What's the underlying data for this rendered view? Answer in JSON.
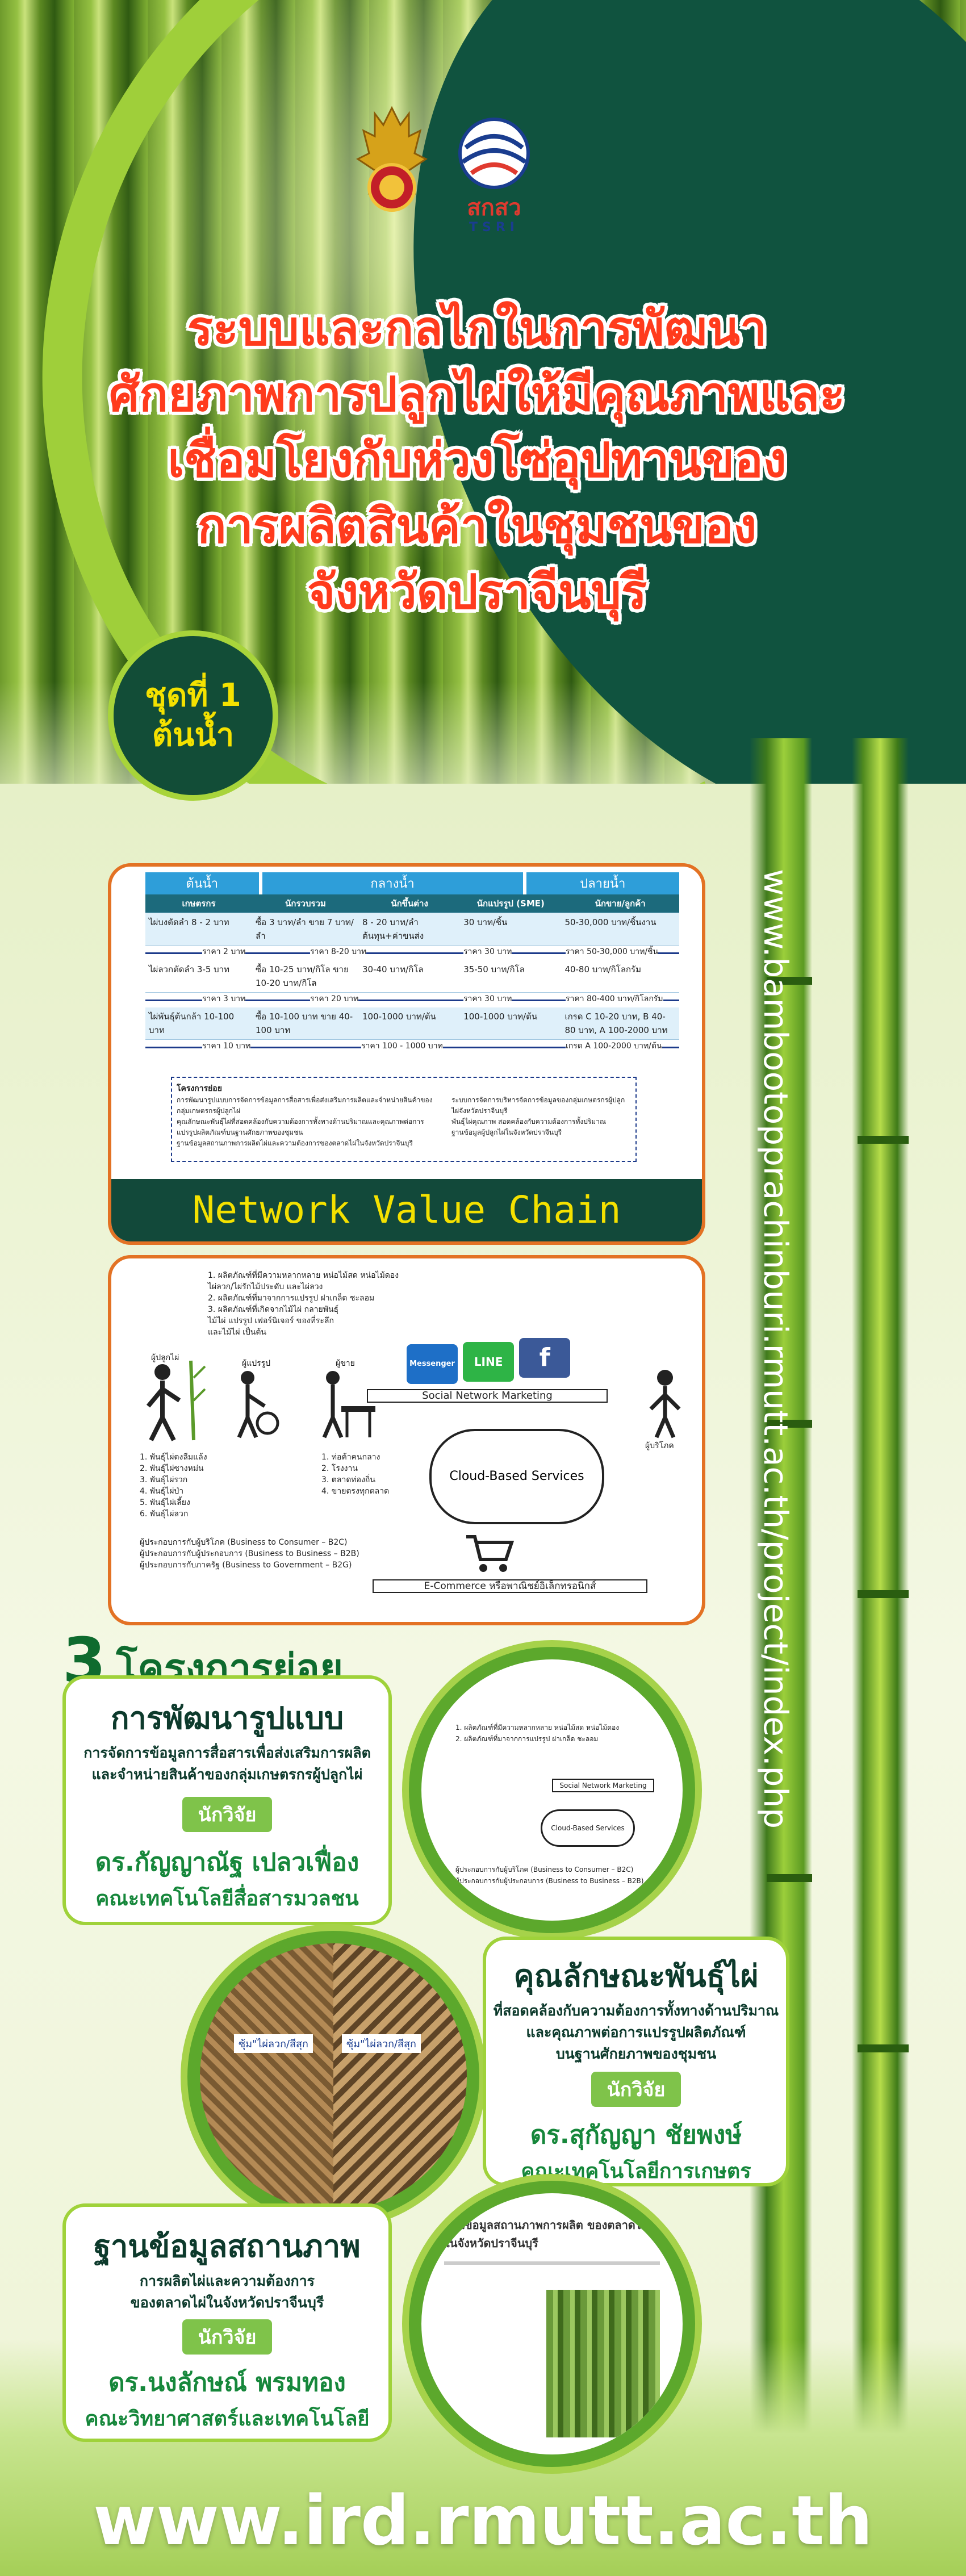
{
  "title_lines": [
    "ระบบและกลไกในการพัฒนา",
    "ศักยภาพการปลูกไผ่ให้มีคุณภาพและ",
    "เชื่อมโยงกับห่วงโซ่อุปทานของ",
    "การผลิตสินค้าในชุมชนของ",
    "จังหวัดปราจีนบุรี"
  ],
  "badge": {
    "line1": "ชุดที่ 1",
    "line2": "ต้นน้ำ"
  },
  "logo_tsri": {
    "thai": "สกสว",
    "eng": "TSRI"
  },
  "value_chain": {
    "stages": [
      "ต้นน้ำ",
      "กลางน้ำ",
      "ปลายน้ำ"
    ],
    "headers": [
      "เกษตรกร",
      "นักรวบรวม",
      "นักขึ้นต่าง",
      "นักแปรรูป (SME)",
      "นักขาย/ลูกค้า"
    ],
    "rows": [
      [
        "ไผ่บงตัดลำ 8 - 2 บาท",
        "ซื้อ 3 บาท/ลำ ขาย 7 บาท/ลำ",
        "8 - 20 บาท/ลำ ต้นทุน+ค่าขนส่ง",
        "30 บาท/ชิ้น",
        "50-30,000 บาท/ชิ้นงาน"
      ],
      [
        "ไผ่ลวกตัดลำ 3-5 บาท",
        "ซื้อ 10-25 บาท/กิโล ขาย 10-20 บาท/กิโล",
        "30-40 บาท/กิโล",
        "35-50 บาท/กิโล",
        "40-80 บาท/กิโลกรัม"
      ],
      [
        "ไผ่พันธุ์ต้นกล้า 10-100 บาท",
        "ซื้อ 10-100 บาท ขาย 40-100 บาท",
        "100-1000 บาท/ต้น",
        "100-1000 บาท/ต้น",
        "เกรด C 10-20 บาท, B 40-80 บาท, A 100-2000 บาท"
      ]
    ],
    "price_arrows": [
      "ราคา 2 บาท",
      "ราคา 8-20 บาท",
      "ราคา 30 บาท",
      "ราคา 50-30,000 บาท/ชิ้น",
      "ราคา 3 บาท",
      "ราคา 20 บาท",
      "ราคา 30 บาท",
      "ราคา 80-400 บาท/กิโลกรัม",
      "ราคา 10 บาท",
      "ราคา 100 - 1000 บาท",
      "เกรด A 100-2000 บาท/ต้น"
    ],
    "notes_title": "โครงการย่อย",
    "notes_left": [
      "การพัฒนารูปแบบการจัดการข้อมูลการสื่อสารเพื่อส่งเสริมการผลิตและจำหน่ายสินค้าของกลุ่มเกษตรกรผู้ปลูกไผ่",
      "คุณลักษณะพันธุ์ไผ่ที่สอดคล้องกับความต้องการทั้งทางด้านปริมาณและคุณภาพต่อการแปรรูปผลิตภัณฑ์บนฐานศักยภาพของชุมชน",
      "ฐานข้อมูลสถานภาพการผลิตไผ่และความต้องการของตลาดไผ่ในจังหวัดปราจีนบุรี"
    ],
    "notes_right": [
      "ระบบการจัดการบริหารจัดการข้อมูลของกลุ่มเกษตรกรผู้ปลูกไผ่จังหวัดปราจีนบุรี",
      "พันธุ์ไผ่คุณภาพ สอดคล้องกับความต้องการทั้งปริมาณ",
      "ฐานข้อมูลผู้ปลูกไผ่ในจังหวัดปราจีนบุรี"
    ],
    "footer": "Network Value Chain"
  },
  "marketing": {
    "notes": [
      "1. ผลิตภัณฑ์ที่มีความหลากหลาย หน่อไม้สด หน่อไม้ดอง",
      "ไผ่ลวก/ไผ่รักไม้ประดับ และไผ่ลวง",
      "2. ผลิตภัณฑ์ที่มาจากการแปรรูป ฝาเกล็ด ชะลอม ",
      "3. ผลิตภัณฑ์ที่เกิดจากไม้ไผ่ กลายพันธุ์",
      "ไม้ไผ่ แปรรูป เฟอร์นิเจอร์ ของที่ระลึก",
      "และไม้ไผ่ เป็นต้น"
    ],
    "farmer_label": "ผู้ปลูกไผ่",
    "processor_label": "ผู้แปรรูป",
    "seller_label": "ผู้ขาย",
    "consumer_label": "ผู้บริโภค",
    "farmer_list": [
      "1. พันธุ์ไผ่ตงลืมแล้ง",
      "2. พันธุ์ไผ่ซางหม่น",
      "3. พันธุ์ไผ่รวก",
      "4. พันธุ์ไผ่ป่า",
      "5. พันธุ์ไผ่เลี้ยง",
      "6. พันธุ์ไผ่ลวก"
    ],
    "seller_list": [
      "1. ท่อค้าคนกลาง",
      "2. โรงงาน",
      "3. ตลาดท่องถิ่น",
      "4. ขายตรงทุกตลาด"
    ],
    "brands": [
      "Messenger",
      "LINE",
      "f"
    ],
    "smm_label": "Social Network Marketing",
    "cloud_label": "Cloud-Based Services",
    "models": [
      "ผู้ประกอบการกับผู้บริโภค (Business to Consumer – B2C)",
      "ผู้ประกอบการกับผู้ประกอบการ (Business to Business – B2B)",
      "ผู้ประกอบการกับภาครัฐ (Business to Government – B2G)"
    ],
    "ecommerce_label": "E-Commerce หรือพาณิชย์อิเล็กทรอนิกส์"
  },
  "subprojects": {
    "count": "3",
    "heading": "โครงการย่อย",
    "researcher_tag": "นักวิจัย",
    "items": [
      {
        "title": "การพัฒนารูปแบบ",
        "desc_lines": [
          "การจัดการข้อมูลการสื่อสารเพื่อส่งเสริมการผลิต",
          "และจำหน่ายสินค้าของกลุ่มเกษตรกรผู้ปลูกไผ่"
        ],
        "researcher": "ดร.กัญญาณัฐ เปลวเฟื่อง",
        "faculty": "คณะเทคโนโลยีสื่อสารมวลชน"
      },
      {
        "title": "คุณลักษณะพันธุ์ไผ่",
        "desc_lines": [
          "ที่สอดคล้องกับความต้องการทั้งทางด้านปริมาณ",
          "และคุณภาพต่อการแปรรูปผลิตภัณฑ์",
          "บนฐานศักยภาพของชุมชน"
        ],
        "researcher": "ดร.สุกัญญา ชัยพงษ์",
        "faculty": "คณะเทคโนโลยีการเกษตร"
      },
      {
        "title": "ฐานข้อมูลสถานภาพ",
        "desc_lines": [
          "การผลิตไผ่และความต้องการ",
          "ของตลาดไผ่ในจังหวัดปราจีนบุรี"
        ],
        "researcher": "ดร.นงลักษณ์ พรมทอง",
        "faculty": "คณะวิทยาศาสตร์และเทคโนโลยี"
      }
    ],
    "photo_labels": [
      "ซุ้ม\"ไผ่ลวก/สีสุก",
      "ซุ้ม\"ไผ่ลวก/สีสุก"
    ],
    "doc_heading": "ฐานข้อมูลสถานภาพการผลิต ของตลาดไผ่ในจังหวัดปราจีนบุรี"
  },
  "vertical_url": "www.bambootopprachinburi.rmutt.ac.th/project/index.php",
  "footer_url": "www.ird.rmutt.ac.th"
}
